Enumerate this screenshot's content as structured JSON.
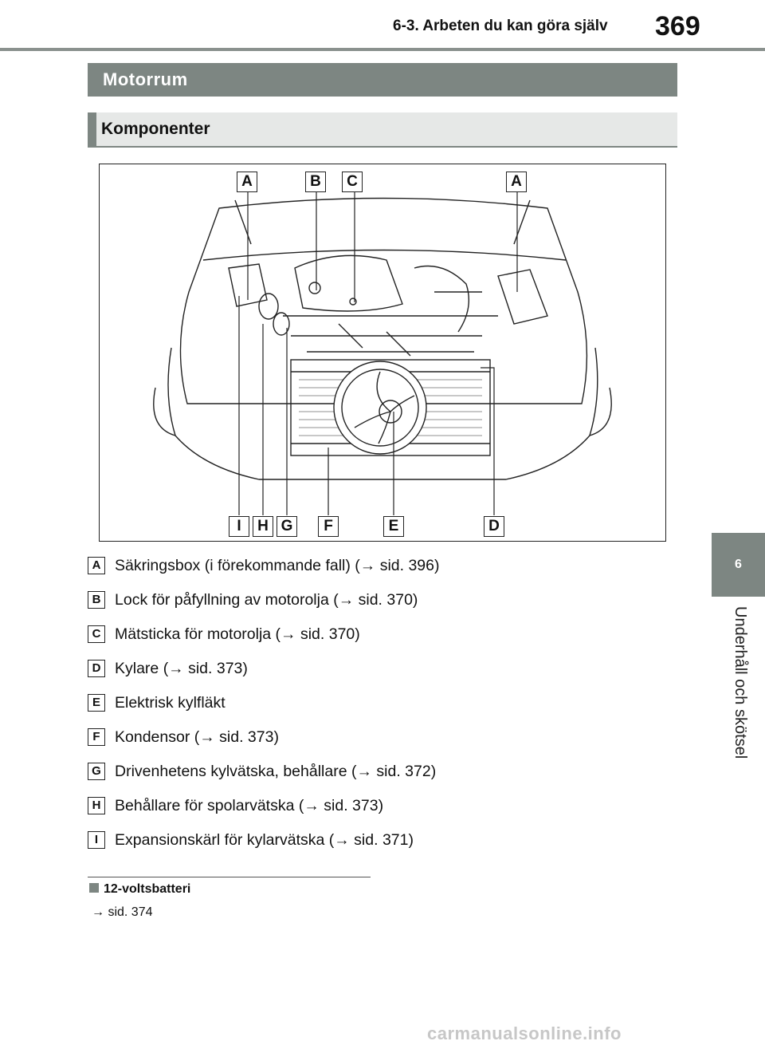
{
  "header": {
    "section": "6-3. Arbeten du kan göra själv",
    "page_number": "369"
  },
  "section_title": "Motorrum",
  "subsection_title": "Komponenter",
  "diagram": {
    "top_labels": [
      "A",
      "B",
      "C",
      "A"
    ],
    "bottom_labels": [
      "I",
      "H",
      "G",
      "F",
      "E",
      "D"
    ]
  },
  "legend": [
    {
      "letter": "A",
      "text": "Säkringsbox (i förekommande fall) (→ sid. 396)"
    },
    {
      "letter": "B",
      "text": "Lock för påfyllning av motorolja (→ sid. 370)"
    },
    {
      "letter": "C",
      "text": "Mätsticka för motorolja (→ sid. 370)"
    },
    {
      "letter": "D",
      "text": "Kylare (→ sid. 373)"
    },
    {
      "letter": "E",
      "text": "Elektrisk kylfläkt"
    },
    {
      "letter": "F",
      "text": "Kondensor (→ sid. 373)"
    },
    {
      "letter": "G",
      "text": "Drivenhetens kylvätska, behållare (→ sid. 372)"
    },
    {
      "letter": "H",
      "text": "Behållare för spolarvätska (→ sid. 373)"
    },
    {
      "letter": "I",
      "text": "Expansionskärl för kylarvätska (→ sid. 371)"
    }
  ],
  "note": {
    "title": "12-voltsbatteri",
    "ref": "→ sid. 374"
  },
  "side_tab": {
    "chapter": "6",
    "label": "Underhåll och skötsel"
  },
  "watermark": "carmanualsonline.info"
}
